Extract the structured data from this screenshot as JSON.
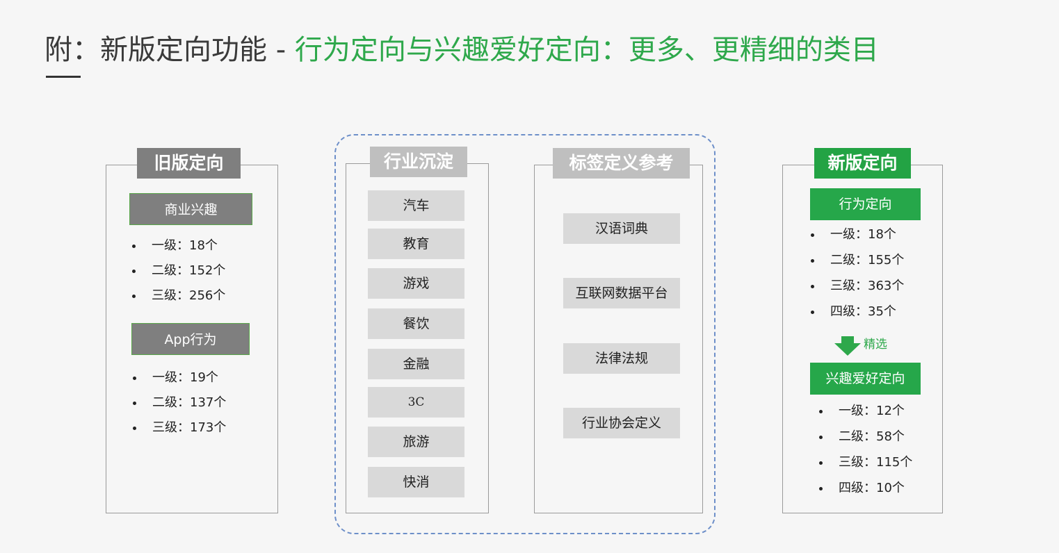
{
  "title": {
    "prefix": "附：新版定向功能 - ",
    "accent": "行为定向与兴趣爱好定向：更多、更精细的类目"
  },
  "old": {
    "header": "旧版定向",
    "groups": [
      {
        "label": "商业兴趣",
        "items": [
          "一级：18个",
          "二级：152个",
          "三级：256个"
        ]
      },
      {
        "label": "App行为",
        "items": [
          "一级：19个",
          "二级：137个",
          "三级：173个"
        ]
      }
    ]
  },
  "industry": {
    "header": "行业沉淀",
    "items": [
      "汽车",
      "教育",
      "游戏",
      "餐饮",
      "金融",
      "3C",
      "旅游",
      "快消"
    ]
  },
  "reference": {
    "header": "标签定义参考",
    "items": [
      "汉语词典",
      "互联网数据平台",
      "法律法规",
      "行业协会定义"
    ]
  },
  "new": {
    "header": "新版定向",
    "behavior": {
      "label": "行为定向",
      "items": [
        "一级：18个",
        "二级：155个",
        "三级：363个",
        "四级：35个"
      ]
    },
    "arrow_label": "精选",
    "interest": {
      "label": "兴趣爱好定向",
      "items": [
        "一级：12个",
        "二级：58个",
        "三级：115个",
        "四级：10个"
      ]
    }
  },
  "colors": {
    "green": "#23a344",
    "gray": "#7f7f7f",
    "dash": "#6d8fc9"
  }
}
